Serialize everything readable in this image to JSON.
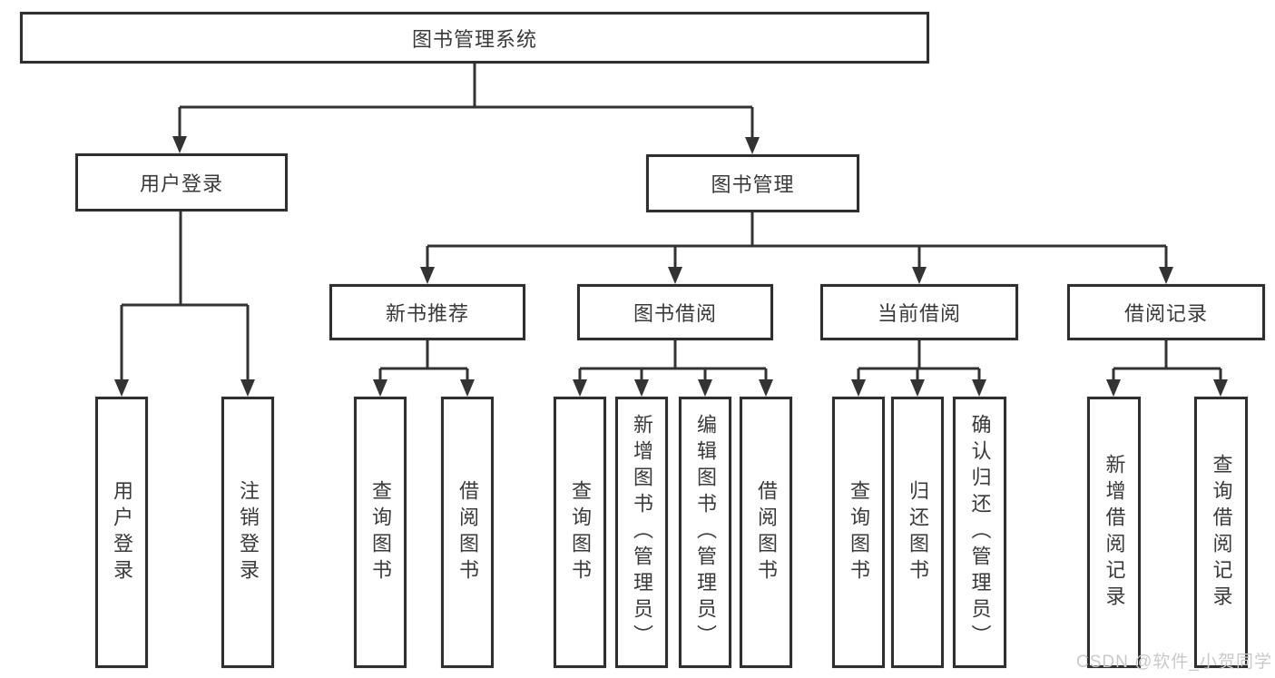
{
  "diagram": {
    "title": "图书管理系统",
    "type": "hierarchy-tree",
    "colors": {
      "background": "#ffffff",
      "box_fill": "#ffffff",
      "box_border": "#2f2f2f",
      "line": "#333333",
      "text": "#3a3a3a",
      "watermark_text": "#c9c9c9"
    },
    "nodes": {
      "root": {
        "label": "图书管理系统"
      },
      "user_login": {
        "label": "用户登录"
      },
      "book_management": {
        "label": "图书管理"
      },
      "new_book_recommend": {
        "label": "新书推荐"
      },
      "book_borrowing": {
        "label": "图书借阅"
      },
      "current_borrowing": {
        "label": "当前借阅"
      },
      "borrowing_records": {
        "label": "借阅记录"
      },
      "leaf_user_login": {
        "label": "用户登录"
      },
      "leaf_logout": {
        "label": "注销登录"
      },
      "leaf_query_books_recommend": {
        "label": "查询图书"
      },
      "leaf_borrow_books_recommend": {
        "label": "借阅图书"
      },
      "leaf_query_books_borrowing": {
        "label": "查询图书"
      },
      "leaf_add_books_admin": {
        "label": "新增图书（管理员）"
      },
      "leaf_edit_books_admin": {
        "label": "编辑图书（管理员）"
      },
      "leaf_borrow_books_borrowing": {
        "label": "借阅图书"
      },
      "leaf_query_books_current": {
        "label": "查询图书"
      },
      "leaf_return_books": {
        "label": "归还图书"
      },
      "leaf_confirm_return_admin": {
        "label": "确认归还（管理员）"
      },
      "leaf_add_borrow_record": {
        "label": "新增借阅记录"
      },
      "leaf_query_borrow_record": {
        "label": "查询借阅记录"
      }
    },
    "edges": [
      "图书管理系统 -> 用户登录",
      "图书管理系统 -> 图书管理",
      "用户登录 -> 用户登录(叶)",
      "用户登录 -> 注销登录",
      "图书管理 -> 新书推荐",
      "图书管理 -> 图书借阅",
      "图书管理 -> 当前借阅",
      "图书管理 -> 借阅记录",
      "新书推荐 -> 查询图书",
      "新书推荐 -> 借阅图书",
      "图书借阅 -> 查询图书",
      "图书借阅 -> 新增图书（管理员）",
      "图书借阅 -> 编辑图书（管理员）",
      "图书借阅 -> 借阅图书",
      "当前借阅 -> 查询图书",
      "当前借阅 -> 归还图书",
      "当前借阅 -> 确认归还（管理员）",
      "借阅记录 -> 新增借阅记录",
      "借阅记录 -> 查询借阅记录"
    ],
    "watermark": "CSDN @软件_小贺同学"
  }
}
